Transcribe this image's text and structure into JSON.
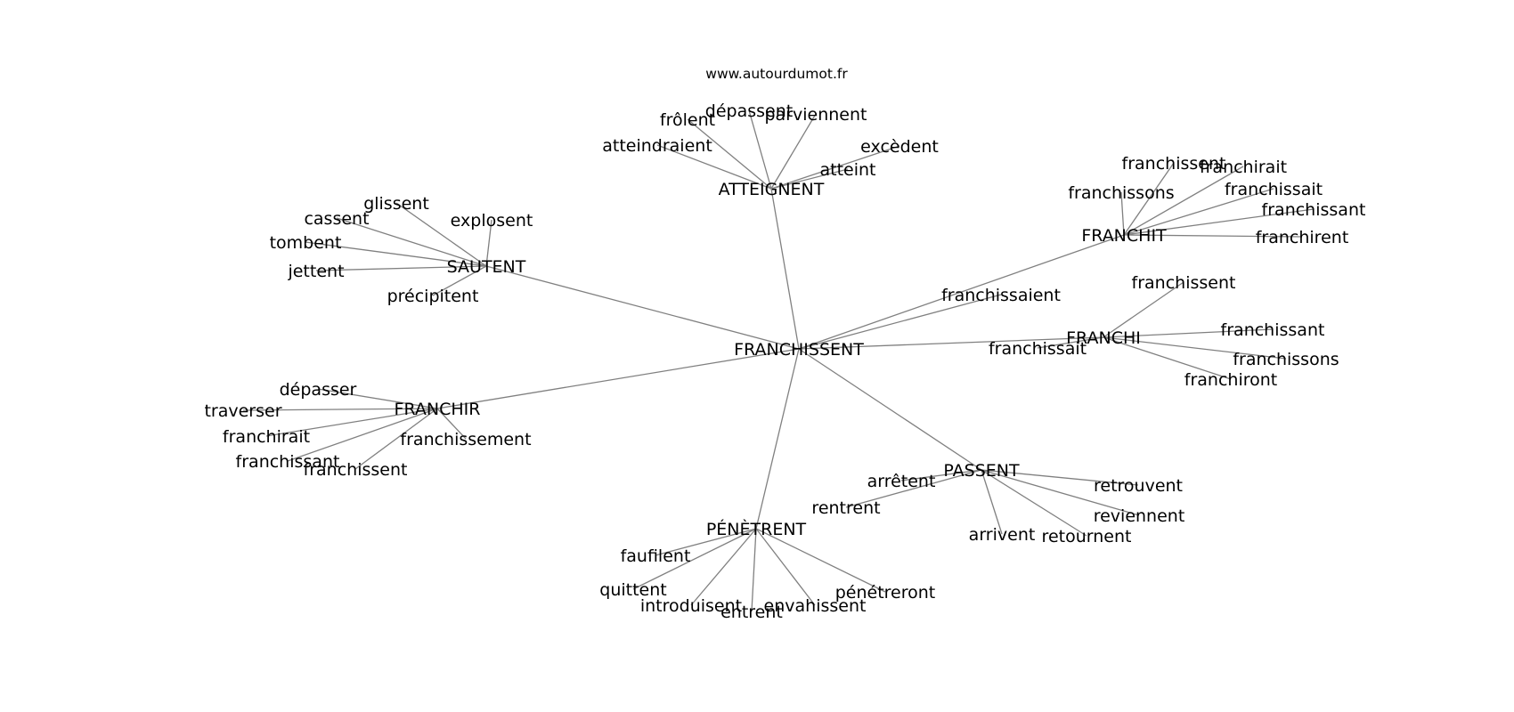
{
  "source": "www.autourdumot.fr",
  "center": "FRANCHISSENT",
  "hubs": [
    {
      "id": "atteignent",
      "label": "ATTEIGNENT",
      "leaves": [
        "atteindraient",
        "frôlent",
        "dépassent",
        "parviennent",
        "excèdent",
        "atteint"
      ]
    },
    {
      "id": "sautent",
      "label": "SAUTENT",
      "leaves": [
        "glissent",
        "cassent",
        "explosent",
        "tombent",
        "jettent",
        "précipitent"
      ]
    },
    {
      "id": "franchit",
      "label": "FRANCHIT",
      "leaves": [
        "franchissent",
        "franchirait",
        "franchissons",
        "franchissait",
        "franchissant",
        "franchirent"
      ]
    },
    {
      "id": "franchissaient",
      "label": "franchissaient",
      "leaves": []
    },
    {
      "id": "franchi",
      "label": "FRANCHI",
      "leaves": [
        "franchissent",
        "franchissant",
        "franchissait",
        "franchissons",
        "franchiront"
      ]
    },
    {
      "id": "franchir",
      "label": "FRANCHIR",
      "leaves": [
        "dépasser",
        "traverser",
        "franchirait",
        "franchissement",
        "franchissant",
        "franchissent"
      ]
    },
    {
      "id": "passent",
      "label": "PASSENT",
      "leaves": [
        "arrêtent",
        "retrouvent",
        "rentrent",
        "reviennent",
        "arrivent",
        "retournent"
      ]
    },
    {
      "id": "penetrent",
      "label": "PÉNÈTRENT",
      "leaves": [
        "faufilent",
        "quittent",
        "introduisent",
        "entrent",
        "envahissent",
        "pénétreront"
      ]
    }
  ]
}
